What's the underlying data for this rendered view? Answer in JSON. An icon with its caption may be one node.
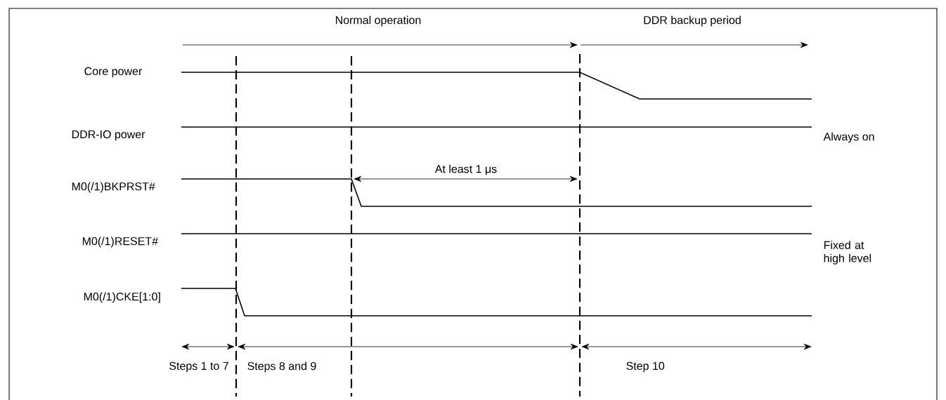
{
  "diagram": {
    "labels": [
      "Normal operation",
      "DDR backup period",
      "Core power",
      "DDR-IO power",
      "Always on",
      "At least 1 μs",
      "M0(/1)BKPRST#",
      "M0(/1)RESET#",
      "Fixed at high level",
      "M0(/1)CKE[1:0]",
      "Steps 1 to 7",
      "Steps 8 and 9",
      "Step 10"
    ]
  }
}
